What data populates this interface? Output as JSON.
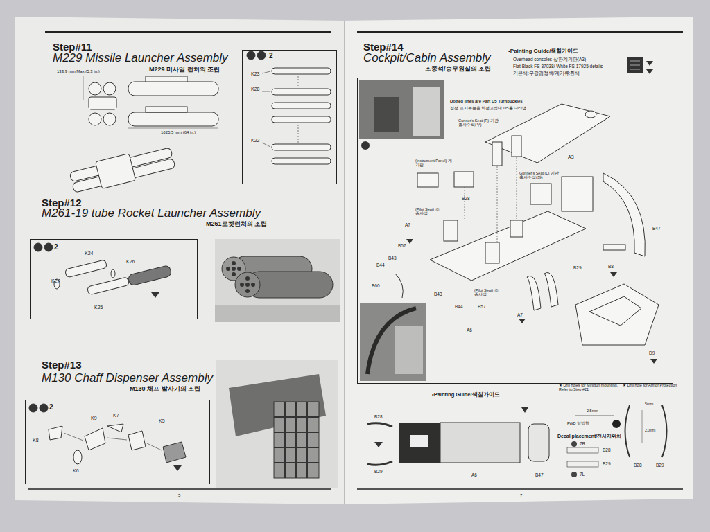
{
  "diagram": {
    "nodes": [
      {
        "text": [
          "2",
          "K23",
          "K28",
          "K22"
        ]
      },
      {
        "text": [
          "2",
          "K24",
          "K26",
          "K27",
          "K25"
        ]
      },
      {
        "text": [
          "2",
          "K9",
          "K7",
          "K5",
          "K8",
          "K6"
        ]
      },
      {
        "text": [
          "Dotted lines are Part D5 Turnbuckles",
          "점선 표시부분은 회전고정대 D5를 나타냄",
          "Gunner's Seat (R) 기관총사수석(우)",
          "A3",
          "(Instrument Panel) 계기판",
          "Gunner's Seat (L) 기관총사수석(좌)",
          "B28",
          "B47",
          "(Pilot Seat) 조종사석",
          "A7",
          "B57",
          "B43",
          "B44",
          "B60",
          "B43",
          "B44",
          "B57",
          "(Pilot Seat) 조종사석",
          "A7",
          "A6",
          "B29",
          "B8",
          "D9"
        ]
      }
    ],
    "labels": [
      "Step#11",
      "M229 Missile Launcher Assembly",
      "M229 미사일 런처의 조립",
      "1625.5 mm (64 in.)",
      "133.9 mm Max (5.3 in.)",
      "Step#12",
      "M261-19 tube Rocket Launcher Assembly",
      "M261로켓런처의 조립",
      "Step#13",
      "M130 Chaff Dispenser Assembly",
      "M130 채프 발사기의 조립",
      "5",
      "Step#14",
      "Cockpit/Cabin Assembly",
      "조종석/승무원실의 조립",
      "•Painting Guide/색칠가이드",
      "Overhead consoles 상판계기판(A3)",
      "Flat Black FS 37038/ White FS 17925 details",
      "기본색:무광검정색/계기류:흰색",
      "•Painting Guide/색칠가이드",
      "★ Drill holes for Minigun mounting. Refer to Step #21",
      "★ Drill hole for Armor Protection",
      "2.5mm",
      "FWD 앞방향",
      "5mm",
      "21mm",
      "Decal placement/전사지위치",
      "7R",
      "B28",
      "B29",
      "7L",
      "B28",
      "B29",
      "A6",
      "B47",
      "B28",
      "B29",
      "7"
    ]
  }
}
